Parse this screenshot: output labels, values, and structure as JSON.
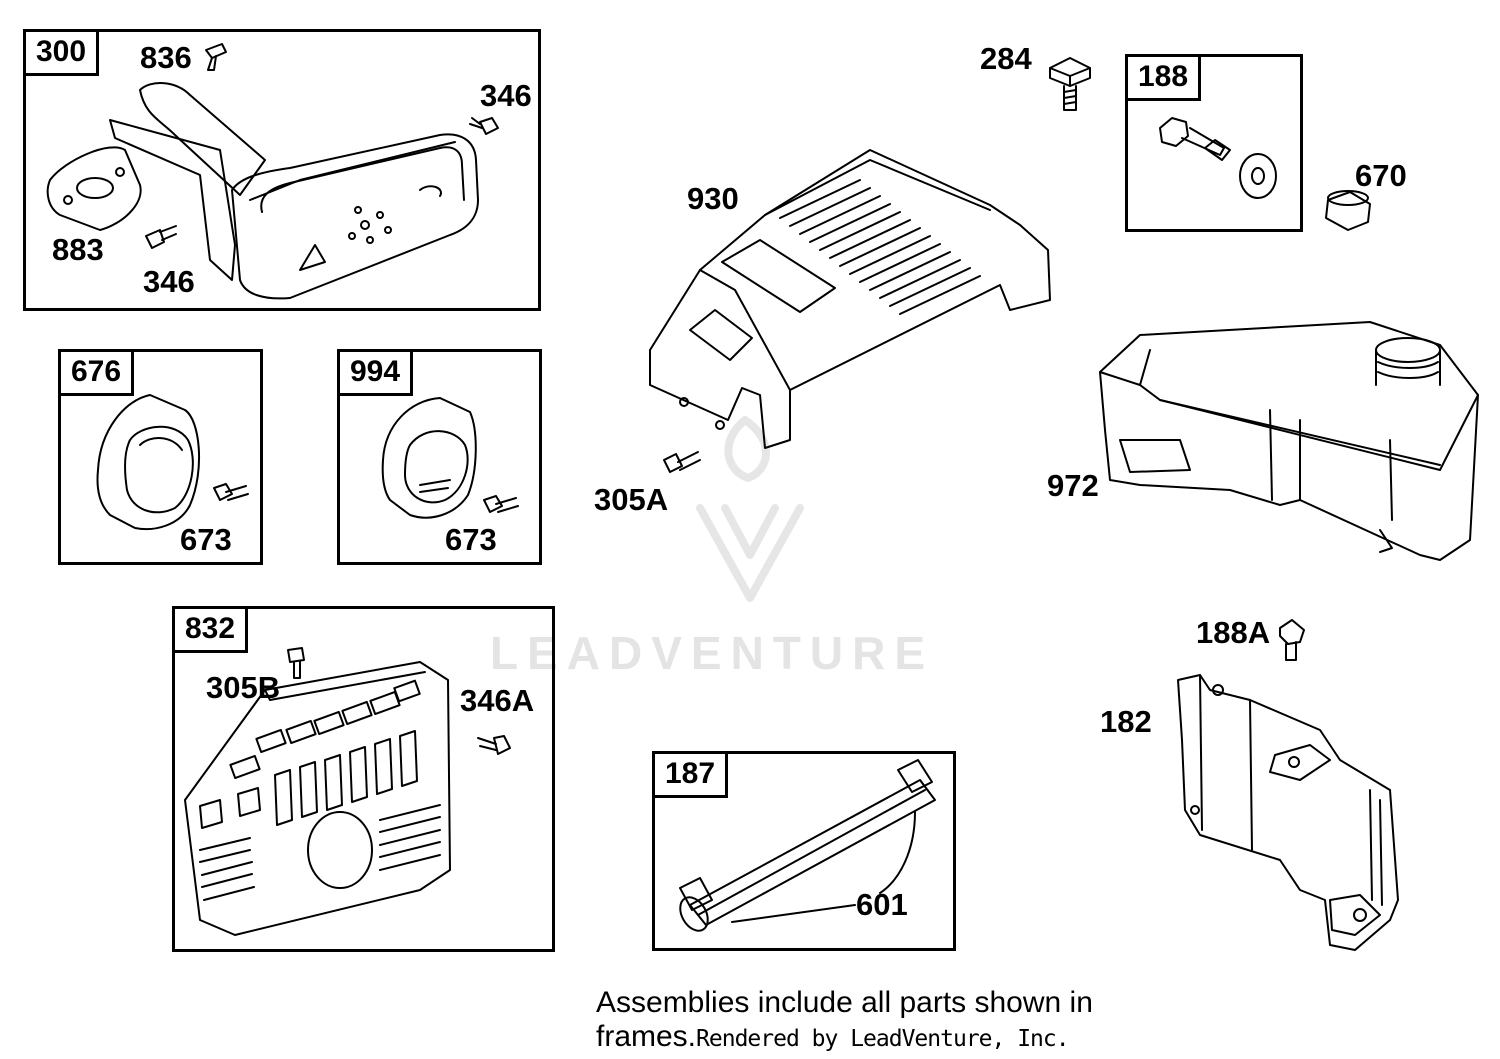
{
  "frames": {
    "f300": "300",
    "f676": "676",
    "f994": "994",
    "f832": "832",
    "f188": "188",
    "f187": "187"
  },
  "callouts": {
    "c836": "836",
    "c346_top": "346",
    "c883": "883",
    "c346_bottom": "346",
    "c673_left": "673",
    "c673_right": "673",
    "c305B": "305B",
    "c346A": "346A",
    "c930": "930",
    "c305A": "305A",
    "c284": "284",
    "c670": "670",
    "c972": "972",
    "c188A": "188A",
    "c182": "182",
    "c601": "601"
  },
  "watermark": "LEADVENTURE",
  "footer": {
    "line1": "Assemblies include all parts shown in",
    "line2": "frames.",
    "credit": "Rendered by LeadVenture, Inc."
  }
}
